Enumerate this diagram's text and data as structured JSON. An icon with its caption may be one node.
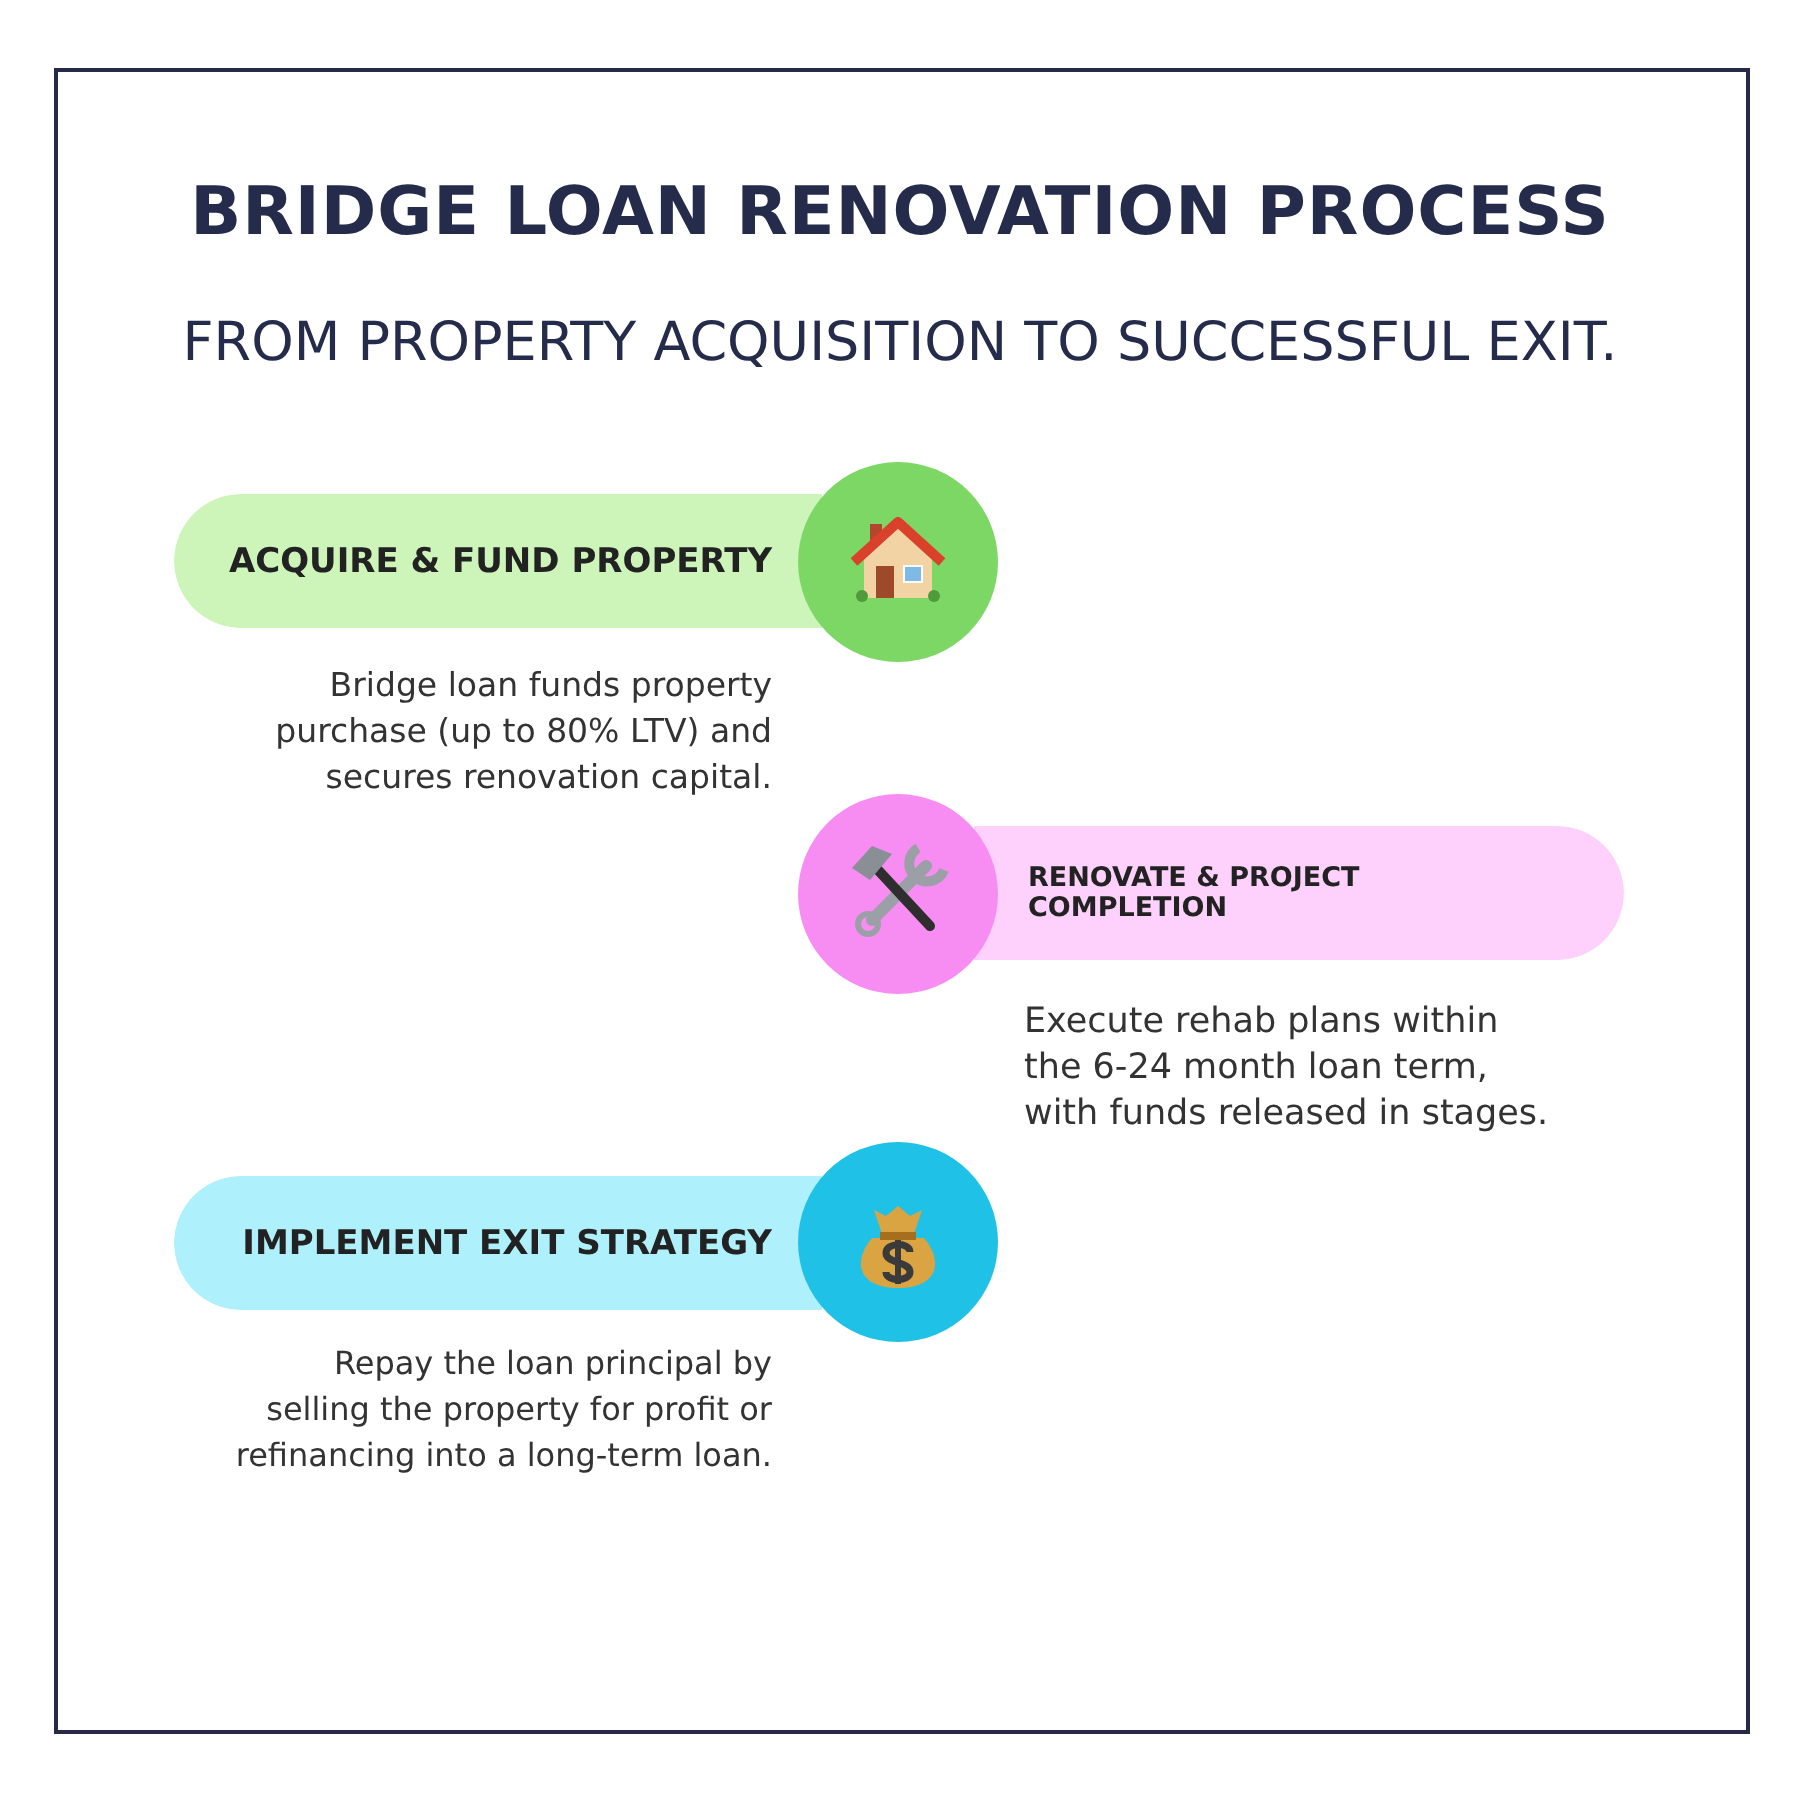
{
  "diagram": {
    "title": "BRIDGE LOAN RENOVATION PROCESS",
    "nodes": [
      {
        "text": [
          "ACQUIRE & FUND PROPERTY"
        ],
        "beside": [
          "Bridge loan funds property purchase (up to 80% LTV) and secures renovation capital."
        ]
      },
      {
        "text": [
          "RENOVATE & PROJECT COMPLETION"
        ],
        "beside": [
          "Execute rehab plans within the 6-24 month loan term, with funds released in stages."
        ]
      },
      {
        "text": [
          "IMPLEMENT EXIT STRATEGY"
        ],
        "beside": [
          "Repay the loan principal by selling the property for profit or refinancing into a long-term loan."
        ]
      }
    ],
    "labels": [
      "FROM PROPERTY ACQUISITION TO SUCCESSFUL EXIT."
    ]
  }
}
